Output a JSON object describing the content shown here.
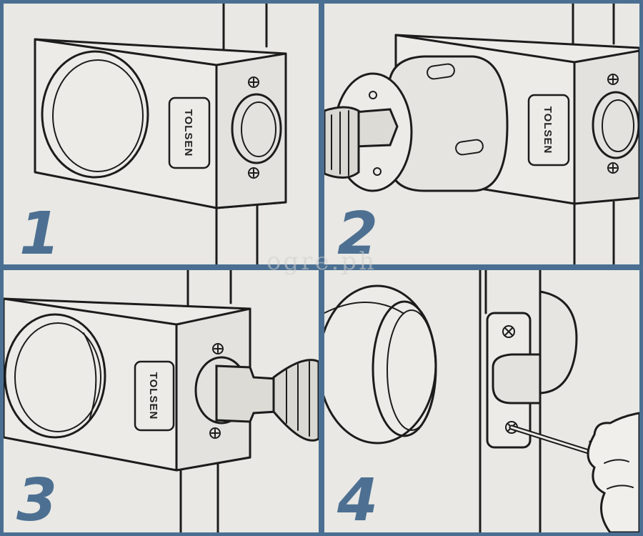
{
  "brand_label": "TOLSEN",
  "watermark": "ogre.ph",
  "panels": [
    {
      "step": "1"
    },
    {
      "step": "2"
    },
    {
      "step": "3"
    },
    {
      "step": "4"
    }
  ],
  "colors": {
    "frame": "#4a6f92",
    "step_number": "#4d7092",
    "paper": "#e9e8e4",
    "ink": "#1c1c1c"
  }
}
